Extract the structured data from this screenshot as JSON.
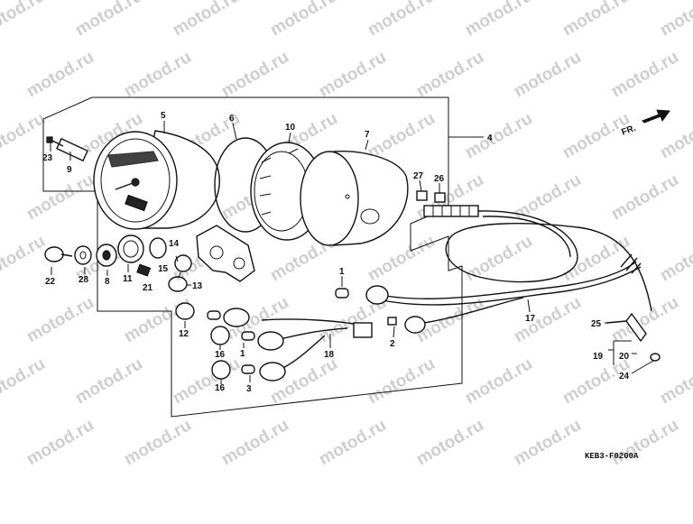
{
  "diagram": {
    "watermark_text": "motod.ru",
    "direction_label": "FR.",
    "drawing_code": "KEB3-F0200A",
    "callouts": [
      {
        "id": "c23",
        "label": "23"
      },
      {
        "id": "c9",
        "label": "9"
      },
      {
        "id": "c5",
        "label": "5"
      },
      {
        "id": "c6",
        "label": "6"
      },
      {
        "id": "c10",
        "label": "10"
      },
      {
        "id": "c7",
        "label": "7"
      },
      {
        "id": "c4",
        "label": "4"
      },
      {
        "id": "c27",
        "label": "27"
      },
      {
        "id": "c26",
        "label": "26"
      },
      {
        "id": "c22",
        "label": "22"
      },
      {
        "id": "c28",
        "label": "28"
      },
      {
        "id": "c8",
        "label": "8"
      },
      {
        "id": "c11",
        "label": "11"
      },
      {
        "id": "c21",
        "label": "21"
      },
      {
        "id": "c14",
        "label": "14"
      },
      {
        "id": "c15",
        "label": "15"
      },
      {
        "id": "c13",
        "label": "13"
      },
      {
        "id": "c1a",
        "label": "1"
      },
      {
        "id": "c12",
        "label": "12"
      },
      {
        "id": "c16a",
        "label": "16"
      },
      {
        "id": "c1b",
        "label": "1"
      },
      {
        "id": "c16b",
        "label": "16"
      },
      {
        "id": "c3",
        "label": "3"
      },
      {
        "id": "c18",
        "label": "18"
      },
      {
        "id": "c2",
        "label": "2"
      },
      {
        "id": "c17",
        "label": "17"
      },
      {
        "id": "c25",
        "label": "25"
      },
      {
        "id": "c19",
        "label": "19"
      },
      {
        "id": "c20",
        "label": "20"
      },
      {
        "id": "c24",
        "label": "24"
      }
    ]
  }
}
